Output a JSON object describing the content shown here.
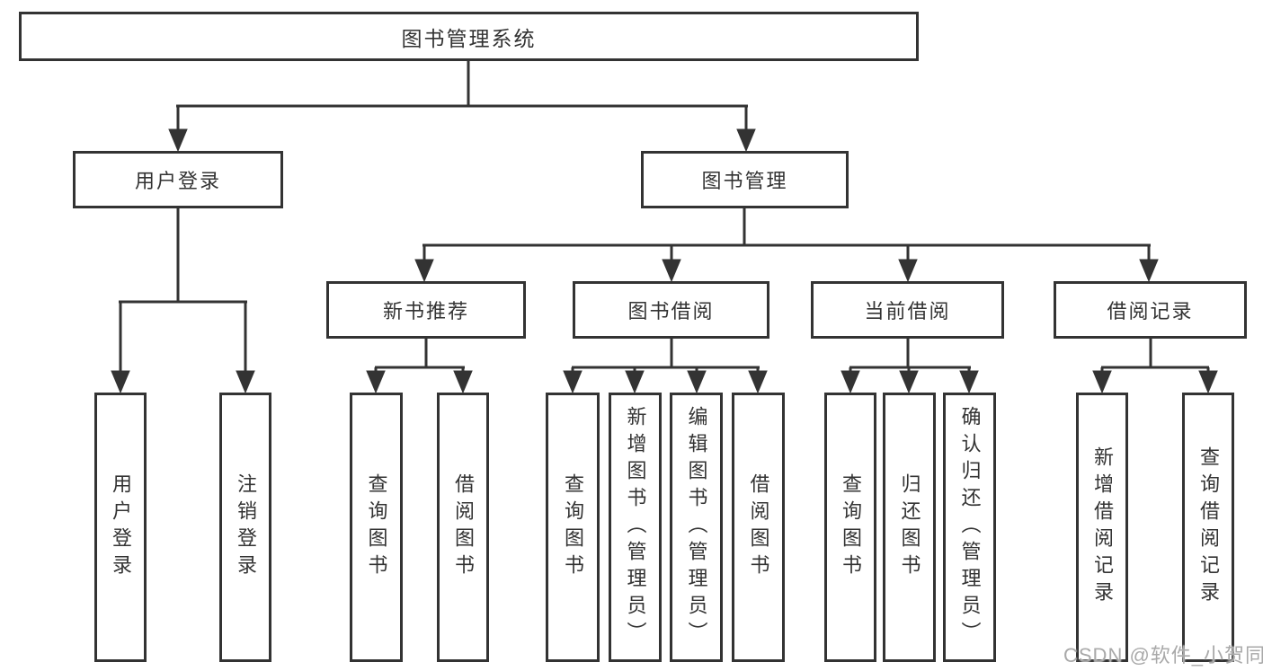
{
  "diagram_type": "hierarchy-tree",
  "structure": {
    "label": "图书管理系统",
    "children": [
      {
        "label": "用户登录",
        "children": [
          {
            "label": "用户登录"
          },
          {
            "label": "注销登录"
          }
        ]
      },
      {
        "label": "图书管理",
        "children": [
          {
            "label": "新书推荐",
            "children": [
              {
                "label": "查询图书"
              },
              {
                "label": "借阅图书"
              }
            ]
          },
          {
            "label": "图书借阅",
            "children": [
              {
                "label": "查询图书"
              },
              {
                "label": "新增图书（管理员）"
              },
              {
                "label": "编辑图书（管理员）"
              },
              {
                "label": "借阅图书"
              }
            ]
          },
          {
            "label": "当前借阅",
            "children": [
              {
                "label": "查询图书"
              },
              {
                "label": "归还图书"
              },
              {
                "label": "确认归还（管理员）"
              }
            ]
          },
          {
            "label": "借阅记录",
            "children": [
              {
                "label": "新增借阅记录"
              },
              {
                "label": "查询借阅记录"
              }
            ]
          }
        ]
      }
    ]
  },
  "watermark": {
    "text": "CSDN @软件_小贺同学"
  },
  "colors": {
    "line": "#333333",
    "box_border": "#333333",
    "text": "#333333",
    "watermark": "#a9a9a9",
    "background": "#ffffff"
  }
}
